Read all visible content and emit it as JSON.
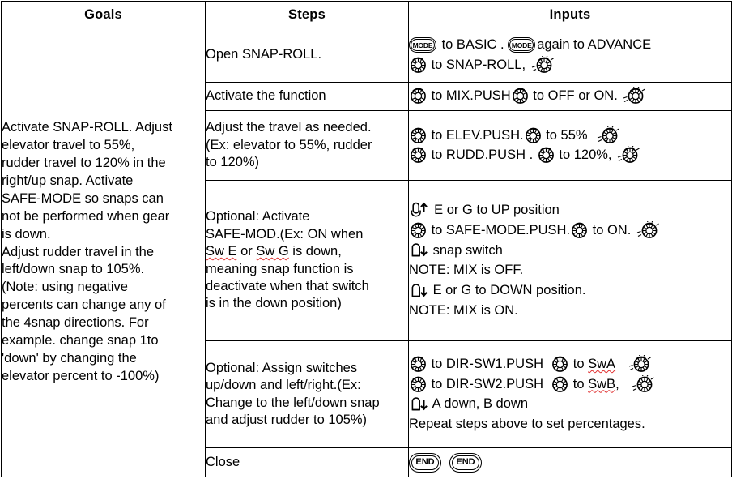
{
  "table": {
    "headers": [
      "Goals",
      "Steps",
      "Inputs"
    ],
    "goals": {
      "lines": [
        "Activate SNAP-ROLL. Adjust",
        "elevator travel to 55%,",
        "rudder travel to 120% in the",
        "right/up snap. Activate",
        "SAFE-MODE so snaps can",
        "not be performed when gear",
        "is down.",
        "Adjust rudder travel in the",
        "left/down snap to 105%.",
        "(Note:  using negative",
        "percents can change any of",
        "the 4snap directions. For",
        "example. change snap 1to",
        "'down' by changing the",
        "elevator percent to -100%)"
      ]
    },
    "rows": [
      {
        "steps": [
          "Open SNAP-ROLL."
        ],
        "inputs": [
          [
            {
              "icon": "mode-button",
              "label": "MODE"
            },
            {
              "text": " to BASIC . "
            },
            {
              "icon": "mode-button",
              "label": "MODE"
            },
            {
              "text": "again to ADVANCE"
            }
          ],
          [
            {
              "icon": "knob-dial"
            },
            {
              "text": " to SNAP-ROLL, "
            },
            {
              "icon": "knob-dial-press"
            }
          ]
        ]
      },
      {
        "steps": [
          "Activate the function"
        ],
        "inputs": [
          [
            {
              "icon": "knob-dial"
            },
            {
              "text": " to MIX.PUSH"
            },
            {
              "icon": "knob-dial"
            },
            {
              "text": " to OFF or ON. "
            },
            {
              "icon": "knob-dial-press"
            }
          ]
        ]
      },
      {
        "steps": [
          "Adjust the travel as needed.",
          "(Ex: elevator to 55%,   rudder",
          "to 120%)"
        ],
        "inputs": [
          [
            {
              "icon": "knob-dial"
            },
            {
              "text": " to ELEV.PUSH."
            },
            {
              "icon": "knob-dial"
            },
            {
              "text": " to 55%  "
            },
            {
              "icon": "knob-dial-press"
            }
          ],
          [
            {
              "icon": "knob-dial"
            },
            {
              "text": " to RUDD.PUSH . "
            },
            {
              "icon": "knob-dial"
            },
            {
              "text": " to 120%, "
            },
            {
              "icon": "knob-dial-press"
            }
          ]
        ]
      },
      {
        "steps": [
          "Optional: Activate",
          "SAFE-MOD.(Ex: ON when",
          "Sw E or Sw G is down,",
          "meaning snap function is",
          "deactivate when that switch",
          "is in the down position)"
        ],
        "steps_misspelled": [
          "Sw E",
          "Sw G"
        ],
        "inputs": [
          [
            {
              "icon": "toggle-switch-up"
            },
            {
              "text": "  E or G to UP position"
            }
          ],
          [
            {
              "icon": "knob-dial"
            },
            {
              "text": " to SAFE-MODE.PUSH."
            },
            {
              "icon": "knob-dial"
            },
            {
              "text": " to ON. "
            },
            {
              "icon": "knob-dial-press"
            }
          ],
          [
            {
              "icon": "toggle-switch-down"
            },
            {
              "text": " snap switch"
            }
          ],
          [
            {
              "text": "NOTE: MIX is OFF."
            }
          ],
          [
            {
              "icon": "toggle-switch-down"
            },
            {
              "text": " E or G to DOWN position."
            }
          ],
          [
            {
              "text": "NOTE: MIX is ON."
            }
          ]
        ]
      },
      {
        "steps": [
          "Optional: Assign switches",
          "up/down and left/right.(Ex:",
          "Change to the left/down snap",
          "and adjust rudder to 105%)"
        ],
        "inputs": [
          [
            {
              "icon": "knob-dial"
            },
            {
              "text": " to DIR-SW1.PUSH  "
            },
            {
              "icon": "knob-dial"
            },
            {
              "text": " to "
            },
            {
              "text": "SwA",
              "misspelled": true
            },
            {
              "text": "   "
            },
            {
              "icon": "knob-dial-press"
            }
          ],
          [
            {
              "icon": "knob-dial"
            },
            {
              "text": " to DIR-SW2.PUSH  "
            },
            {
              "icon": "knob-dial"
            },
            {
              "text": " to "
            },
            {
              "text": "SwB",
              "misspelled": true
            },
            {
              "text": ",   "
            },
            {
              "icon": "knob-dial-press"
            }
          ],
          [
            {
              "icon": "toggle-switch-down"
            },
            {
              "text": " A down, B down"
            }
          ],
          [
            {
              "text": "Repeat steps above to set percentages."
            }
          ]
        ]
      },
      {
        "steps": [
          "Close"
        ],
        "inputs": [
          [
            {
              "icon": "end-button",
              "label": "END"
            },
            {
              "icon": "end-button",
              "label": "END"
            }
          ]
        ]
      }
    ]
  },
  "colors": {
    "ink": "#000000",
    "paper": "#ffffff",
    "spellcheck": "#e03030"
  }
}
